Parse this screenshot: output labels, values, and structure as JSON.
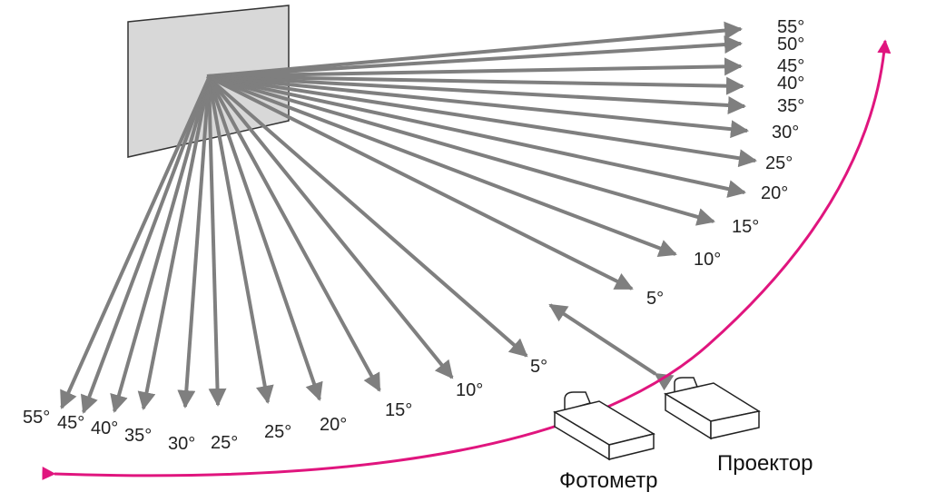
{
  "colors": {
    "ray": "#7f7f7f",
    "arc": "#e0157e",
    "screen_fill": "#d8d8d8",
    "screen_stroke": "#333333",
    "device_stroke": "#222222"
  },
  "diagram": {
    "right_angles": [
      "55°",
      "50°",
      "45°",
      "40°",
      "35°",
      "30°",
      "25°",
      "20°",
      "15°",
      "10°",
      "5°"
    ],
    "lower_angles": [
      "5°",
      "10°",
      "15°",
      "20°",
      "25°",
      "25°",
      "30°",
      "35°",
      "40°",
      "45°",
      "55°"
    ],
    "photometer_label": "Фотометр",
    "projector_label": "Проектор"
  }
}
